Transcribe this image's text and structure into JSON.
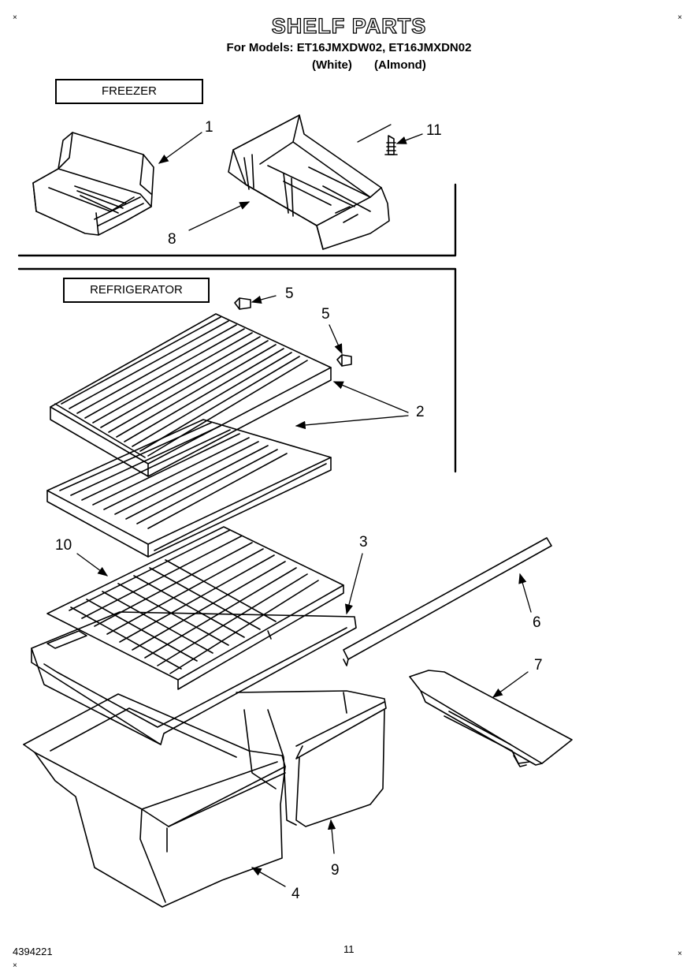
{
  "header": {
    "title": "SHELF PARTS",
    "models_line": "For Models: ET16JMXDW02, ET16JMXDN02",
    "color_white": "(White)",
    "color_almond": "(Almond)"
  },
  "sections": {
    "freezer": "FREEZER",
    "refrigerator": "REFRIGERATOR"
  },
  "callouts": [
    "1",
    "11",
    "8",
    "5",
    "5",
    "2",
    "10",
    "3",
    "6",
    "7",
    "9",
    "4"
  ],
  "footer": {
    "doc_number": "4394221",
    "page_number": "11"
  },
  "corner_marks": [
    "×",
    "×",
    "×",
    "×"
  ]
}
